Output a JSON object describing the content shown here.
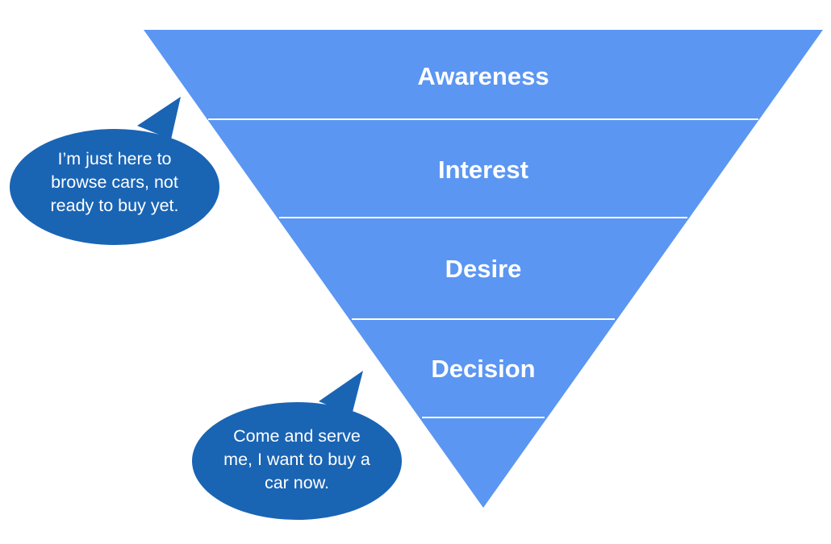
{
  "colors": {
    "funnel_fill": "#5b96f2",
    "divider": "#ffffff",
    "bubble_fill": "#1a64b4",
    "text": "#ffffff",
    "background": "#ffffff"
  },
  "funnel": {
    "stages": [
      {
        "label": "Awareness"
      },
      {
        "label": "Interest"
      },
      {
        "label": "Desire"
      },
      {
        "label": "Decision"
      },
      {
        "label": ""
      }
    ]
  },
  "bubbles": [
    {
      "lines": [
        "I’m just here to",
        "browse cars, not",
        "ready to buy yet."
      ]
    },
    {
      "lines": [
        "Come and serve",
        "me, I want to buy a",
        "car now."
      ]
    }
  ]
}
